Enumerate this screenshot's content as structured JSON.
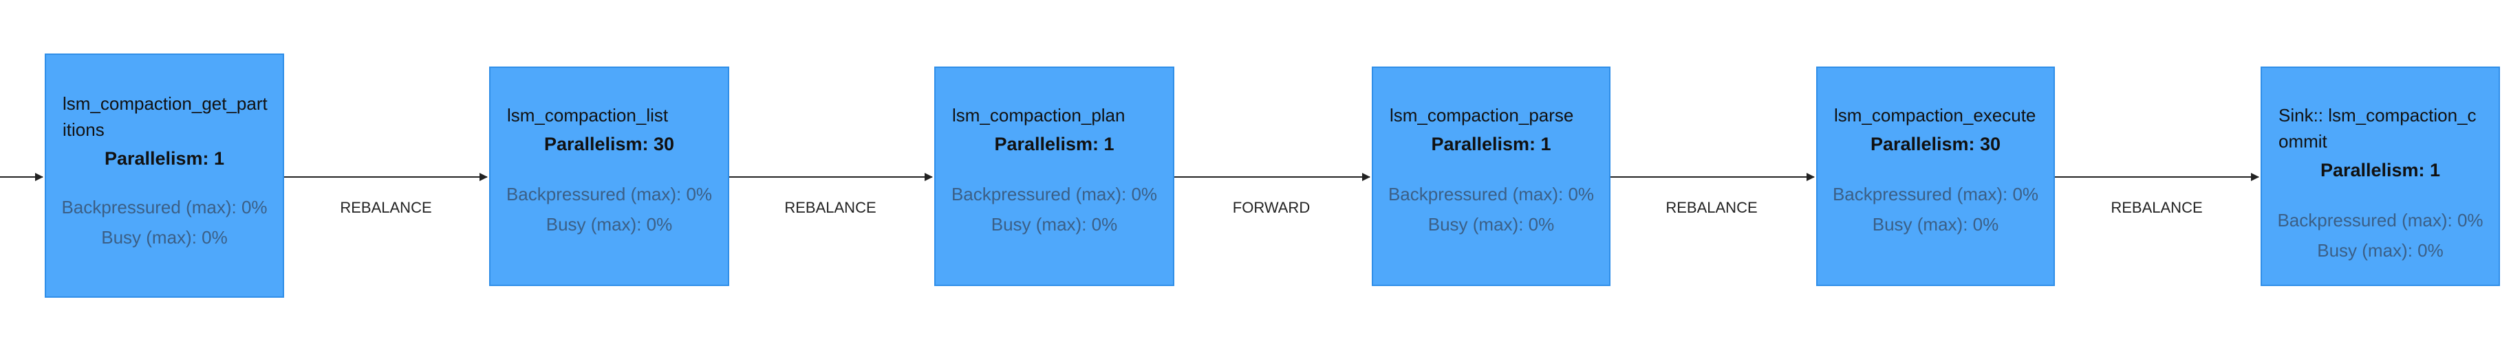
{
  "nodes": [
    {
      "name": "lsm_compaction_get_partitions",
      "parallelism": "Parallelism: 1",
      "backpressured": "Backpressured (max): 0%",
      "busy": "Busy (max): 0%"
    },
    {
      "name": "lsm_compaction_list",
      "parallelism": "Parallelism: 30",
      "backpressured": "Backpressured (max): 0%",
      "busy": "Busy (max): 0%"
    },
    {
      "name": "lsm_compaction_plan",
      "parallelism": "Parallelism: 1",
      "backpressured": "Backpressured (max): 0%",
      "busy": "Busy (max): 0%"
    },
    {
      "name": "lsm_compaction_parse",
      "parallelism": "Parallelism: 1",
      "backpressured": "Backpressured (max): 0%",
      "busy": "Busy (max): 0%"
    },
    {
      "name": "lsm_compaction_execute",
      "parallelism": "Parallelism: 30",
      "backpressured": "Backpressured (max): 0%",
      "busy": "Busy (max): 0%"
    },
    {
      "name": "Sink:: lsm_compaction_commit",
      "parallelism": "Parallelism: 1",
      "backpressured": "Backpressured (max): 0%",
      "busy": "Busy (max): 0%"
    }
  ],
  "edges": [
    {
      "label": "REBALANCE"
    },
    {
      "label": "REBALANCE"
    },
    {
      "label": "FORWARD"
    },
    {
      "label": "REBALANCE"
    },
    {
      "label": "REBALANCE"
    }
  ],
  "colors": {
    "node_fill": "#4fa8fb",
    "node_border": "#2f8ee8",
    "edge": "#222222"
  }
}
